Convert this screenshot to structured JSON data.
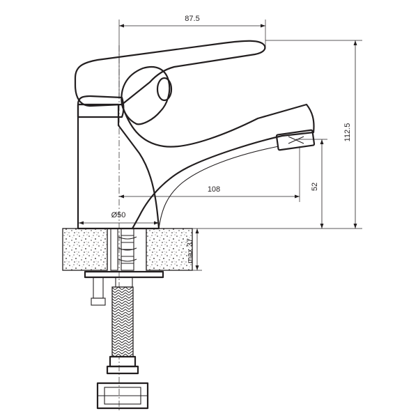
{
  "dimensions": {
    "width_top": "87.5",
    "height_total": "112.5",
    "reach": "108",
    "spout_height": "52",
    "body_diameter": "Ø50",
    "max_thickness": "max 37"
  },
  "colors": {
    "line": "#231f20",
    "background": "#ffffff"
  }
}
